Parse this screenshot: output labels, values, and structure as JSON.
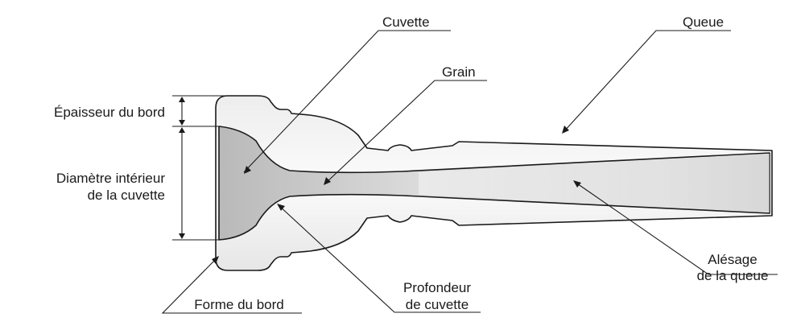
{
  "labels": {
    "cup": "Cuvette",
    "shank": "Queue",
    "throat": "Grain",
    "rim_width": "Épaisseur du bord",
    "cup_diameter_line1": "Diamètre intérieur",
    "cup_diameter_line2": "de la cuvette",
    "backbore_line1": "Alésage",
    "backbore_line2": "de la queue",
    "cup_depth_line1": "Profondeur",
    "cup_depth_line2": "de cuvette",
    "rim_shape": "Forme du bord"
  },
  "colors": {
    "outline": "#1a1a1a",
    "body_light": "#f4f4f4",
    "body_mid": "#cfcfcf",
    "bore_dark": "#b8b8b8"
  }
}
